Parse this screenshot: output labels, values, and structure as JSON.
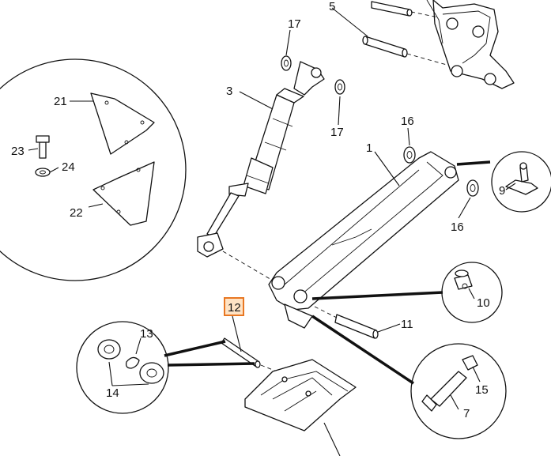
{
  "labels": {
    "p1": "1",
    "p3": "3",
    "p5": "5",
    "p7": "7",
    "p9": "9",
    "p10": "10",
    "p11": "11",
    "p12": "12",
    "p13": "13",
    "p14": "14",
    "p15": "15",
    "p16a": "16",
    "p16b": "16",
    "p17a": "17",
    "p17b": "17",
    "p21": "21",
    "p22": "22",
    "p23": "23",
    "p24": "24"
  },
  "highlight": {
    "label": "p12",
    "color": "#e87722"
  }
}
